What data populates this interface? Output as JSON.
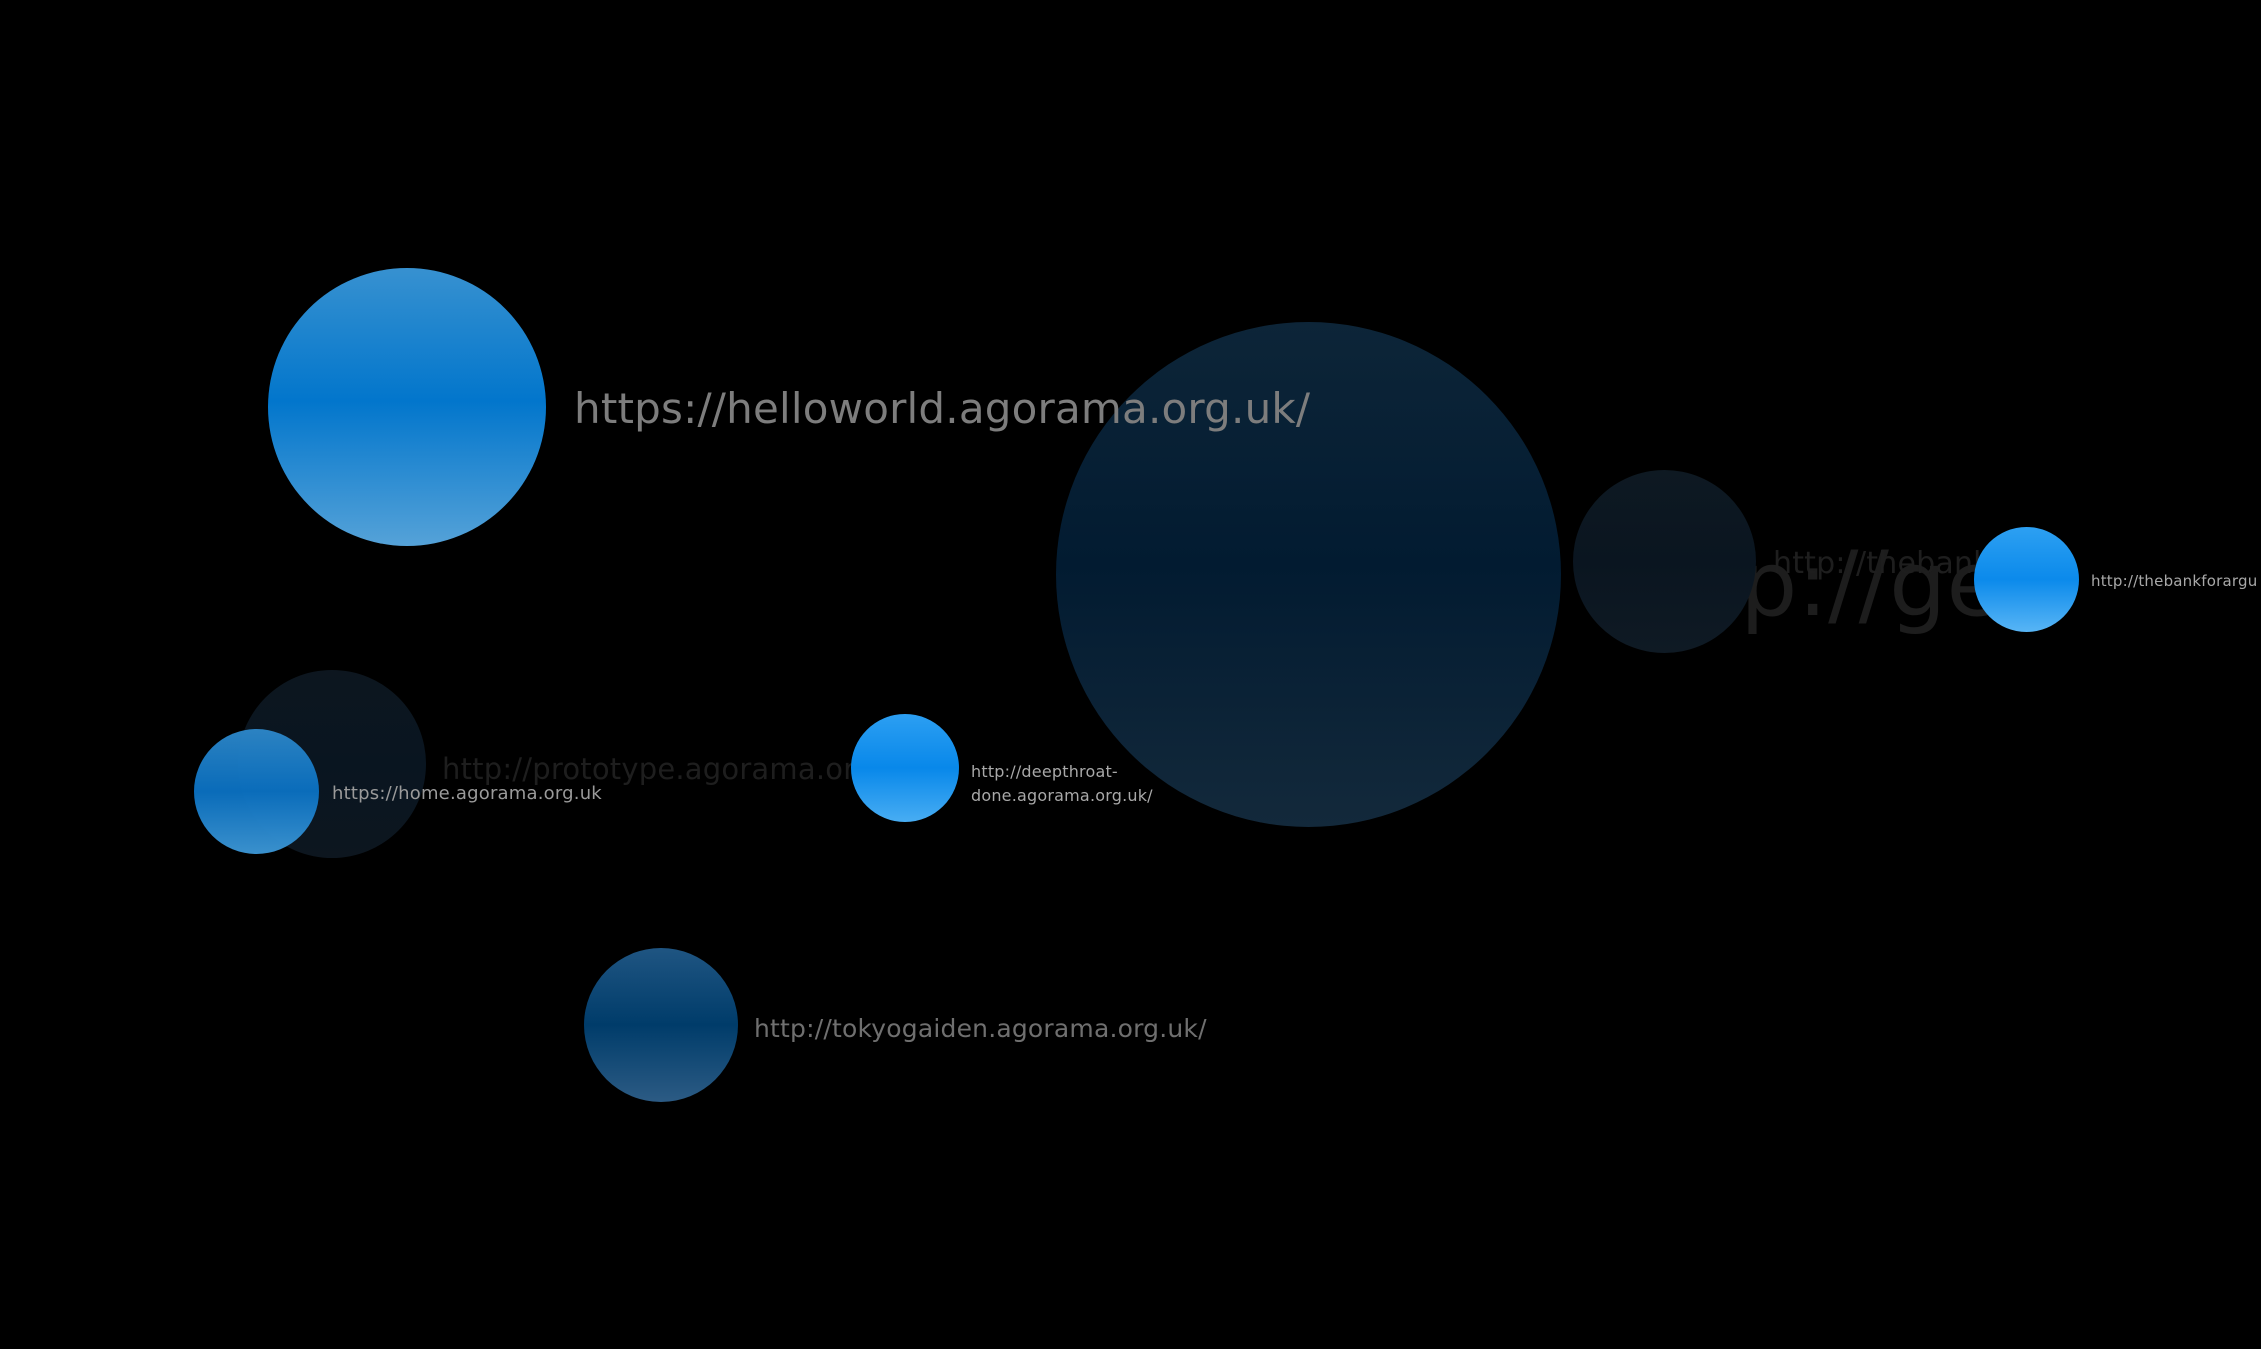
{
  "nodes": {
    "gel": {
      "label": "http://gel",
      "tone": "faded",
      "color": "#021b31"
    },
    "bank_faded": {
      "label": "http://thebank",
      "tone": "faded",
      "color": "#0a1520"
    },
    "prototype": {
      "label": "http://prototype.agorama.or",
      "tone": "faded",
      "color": "#091520"
    },
    "helloworld": {
      "label": "https://helloworld.agorama.org.uk/",
      "tone": "bright",
      "color": "#0276cc"
    },
    "home": {
      "label": "https://home.agorama.org.uk",
      "tone": "bright",
      "color": "#0a6fbf"
    },
    "deepthroat": {
      "label": "http://deepthroat-done.agorama.org.uk/",
      "tone": "bright",
      "color": "#0888ea"
    },
    "bank": {
      "label": "http://thebankforargu",
      "tone": "bright",
      "color": "#0b8aeb"
    },
    "tokyogaiden": {
      "label": "http://tokyogaiden.agorama.org.uk/",
      "tone": "muted",
      "color": "#003c6a"
    }
  }
}
